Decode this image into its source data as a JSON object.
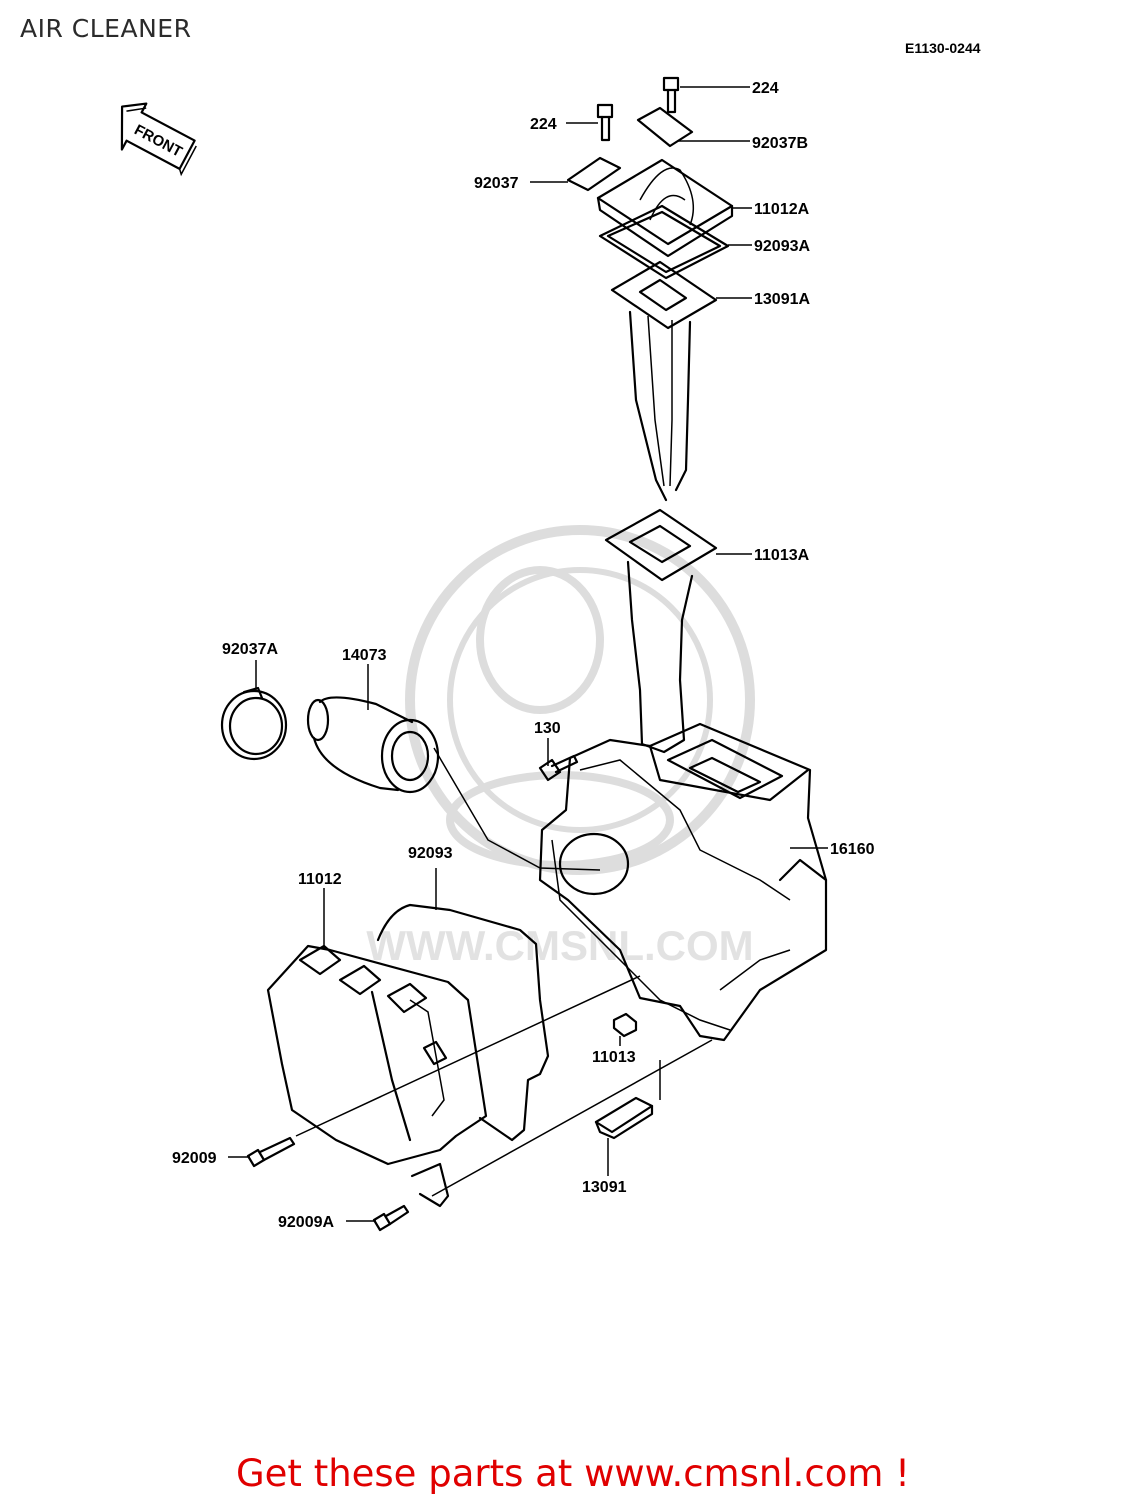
{
  "page": {
    "title": "AIR CLEANER",
    "diagram_code": "E1130-0244",
    "footer_link": "Get these parts at www.cmsnl.com !"
  },
  "front_arrow": {
    "label": "FRONT"
  },
  "watermark": {
    "text": "WWW.CMSNL.COM"
  },
  "parts": {
    "p224_top": "224",
    "p224_left": "224",
    "p92037B": "92037B",
    "p92037": "92037",
    "p11012A": "11012A",
    "p92093A": "92093A",
    "p13091A": "13091A",
    "p11013A": "11013A",
    "p92037A": "92037A",
    "p14073": "14073",
    "p130": "130",
    "p16160": "16160",
    "p92093": "92093",
    "p11012": "11012",
    "p11013": "11013",
    "p92009": "92009",
    "p13091": "13091",
    "p92009A": "92009A"
  },
  "colors": {
    "footer": "#e00000",
    "lines": "#000000",
    "watermark": "#dddddd"
  }
}
